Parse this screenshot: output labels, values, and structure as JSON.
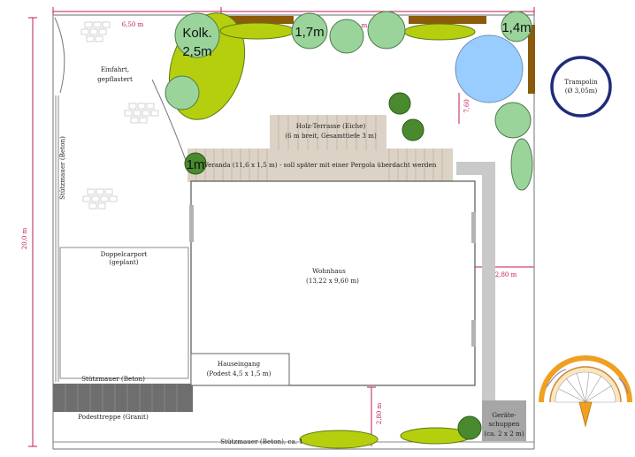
{
  "plan": {
    "driveway_line1": "Einfahrt,",
    "driveway_line2": "gepflastert",
    "retaining_wall_left": "Stützmauer (Beton)",
    "carport_line1": "Doppelcarport",
    "carport_line2": "(geplant)",
    "retaining_wall_bottom_left": "Stützmauer (Beton)",
    "stairs": "Podesttreppe (Granit)",
    "retaining_wall_bottom": "Stützmauer (Beton), ca. 1",
    "terrace_line1": "Holz-Terrasse (Eiche)",
    "terrace_line2": "(6 m breit, Gesamttiefe 3 m)",
    "veranda": "Veranda (11,6 x 1,5 m) - soll später mit einer Pergola überdacht werden",
    "house_line1": "Wohnhaus",
    "house_line2": "(13,22 x 9,60 m)",
    "entrance_line1": "Hauseingang",
    "entrance_line2": "(Podest 4,5 x 1,5 m)",
    "shed_line1": "Geräte-",
    "shed_line2": "schuppen",
    "shed_line3": "(ca. 2 x 2 m)",
    "trampoline_line1": "Trampolin",
    "trampoline_line2": "(Ø 3,05m)"
  },
  "dimensions": {
    "top_width": "6,50 m",
    "top_right": "m",
    "total_height": "20,0 m",
    "right_gap_top": "7,60",
    "right_gap": "2,80 m",
    "bottom_gap": "2,80 m"
  },
  "tree_labels": {
    "kolk_line1": "Kolk.",
    "kolk_line2": "2,5m",
    "t17": "1,7m",
    "t14": "1,4m",
    "t1": "1m"
  },
  "colors": {
    "plan_line": "#8a8a8a",
    "dim_line": "#c2185b",
    "large_tree": "#b5cf0f",
    "small_tree": "#9ad49a",
    "conifer": "#4a8a2e",
    "wood_brown": "#8b5a0b",
    "trampoline_fill": "#99ccff",
    "trampoline_ring": "#1f2b7a",
    "shed": "#a6a6a6"
  }
}
